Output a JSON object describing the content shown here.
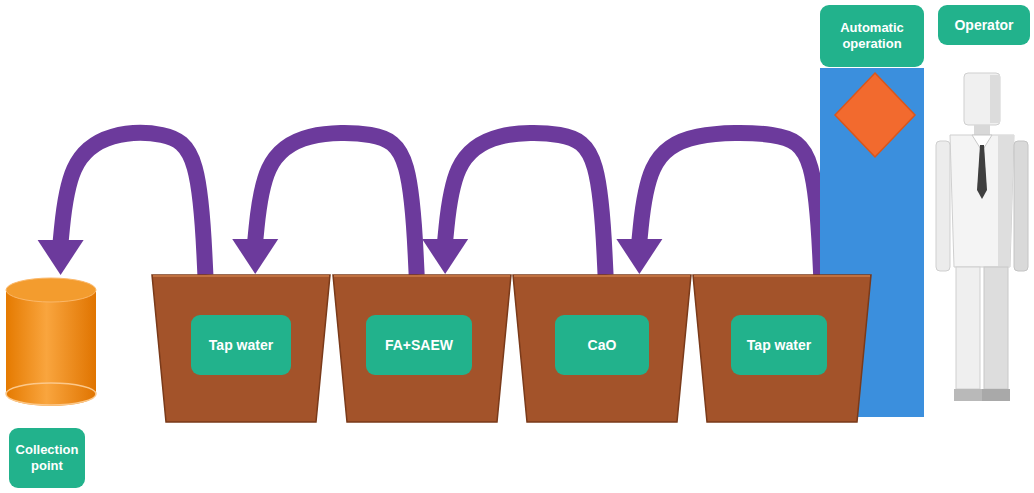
{
  "diagram": {
    "nodes": [
      {
        "text": [
          "Collection point"
        ]
      },
      {
        "text": [
          "Tap water"
        ]
      },
      {
        "text": [
          "FA+SAEW"
        ]
      },
      {
        "text": [
          "CaO"
        ]
      },
      {
        "text": [
          "Tap water"
        ]
      },
      {
        "text": [
          "Automatic operation"
        ]
      },
      {
        "text": [
          "Operator"
        ]
      }
    ],
    "edges": [
      {
        "from": 4,
        "to": 3,
        "arrow": "to"
      },
      {
        "from": 3,
        "to": 2,
        "arrow": "to"
      },
      {
        "from": 2,
        "to": 1,
        "arrow": "to"
      },
      {
        "from": 1,
        "to": 0,
        "arrow": "to"
      }
    ]
  }
}
